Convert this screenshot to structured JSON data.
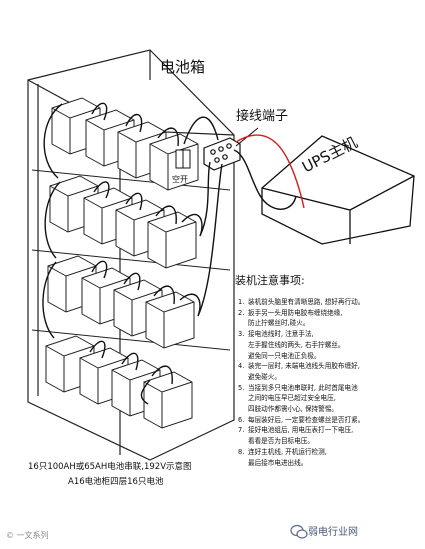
{
  "labels": {
    "battery_box": "电池箱",
    "terminal_block": "接线端子",
    "ups_host": "UPS主机",
    "air_switch": "空开"
  },
  "notes": {
    "title": "装机注意事项:",
    "items": [
      {
        "num": "1.",
        "lines": [
          "装机前头脑里有清晰思路, 想好再行动。"
        ]
      },
      {
        "num": "2.",
        "lines": [
          "扳手另一头用防电胶布缠绕绝缘,",
          "防止拧螺丝时,碰火。"
        ]
      },
      {
        "num": "3.",
        "lines": [
          "接电池线时, 注意手法,",
          "左手握住线的两头, 右手拧螺丝。",
          "避免同一只电池正负极。"
        ]
      },
      {
        "num": "4.",
        "lines": [
          "装完一层时, 未端电池线头用胶布缠好,",
          "避免碰火。"
        ]
      },
      {
        "num": "5.",
        "lines": [
          "当接到多只电池串联时, 此时首尾电池",
          "之间的电压早已超过安全电压,",
          "四肢动作都需小心, 保持警惕。"
        ]
      },
      {
        "num": "6.",
        "lines": [
          "每层装好后, 一定要检查螺丝是否打紧。"
        ]
      },
      {
        "num": "7.",
        "lines": [
          "接好电池组后, 用电压表打一下电压,",
          "看看是否为目标电压。"
        ]
      },
      {
        "num": "8.",
        "lines": [
          "连好主机线, 开机运行检测,",
          "最后接市电进出线。"
        ]
      }
    ]
  },
  "caption": {
    "line1": "16只100AH或65AH电池串联,192V示意图",
    "line2": "A16电池柜四层16只电池"
  },
  "watermark": {
    "left": "© 一文系列",
    "right": "弱电行业网"
  }
}
